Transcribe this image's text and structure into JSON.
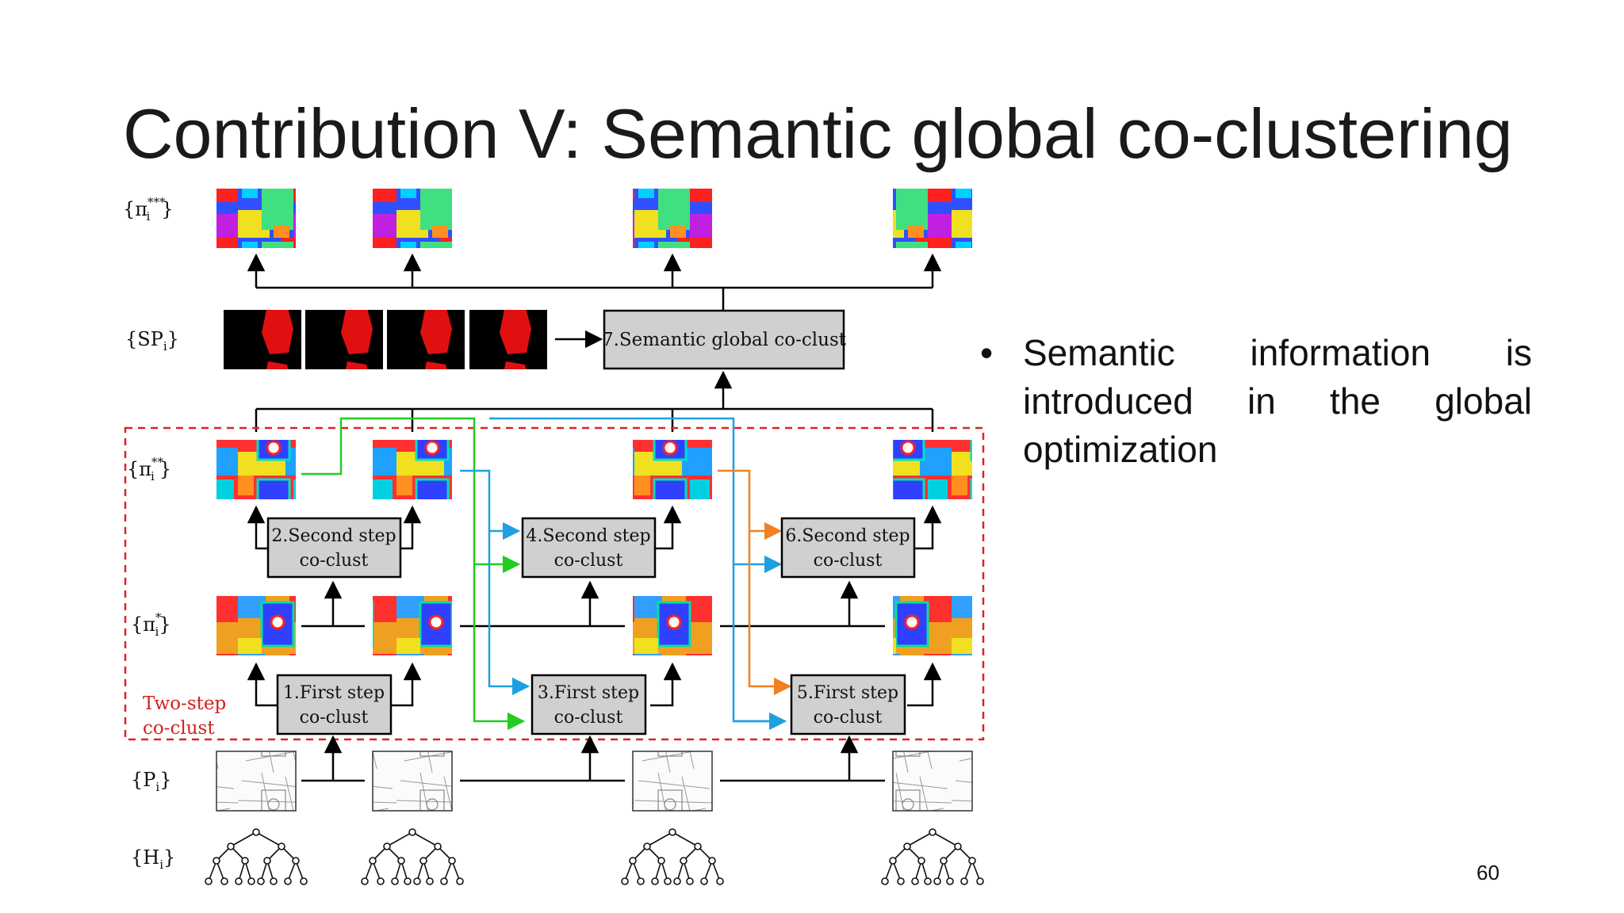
{
  "slide": {
    "title": "Contribution V: Semantic global co-clustering",
    "bullet": "Semantic information is introduced in the global optimization",
    "page_number": "60"
  },
  "diagram": {
    "row_labels": {
      "pi3": "{π",
      "pi3_sup": "***",
      "pi3_sub": "i",
      "sp": "{SP",
      "sp_sub": "i",
      "pi2": "{π",
      "pi2_sup": "**",
      "pi2_sub": "i",
      "pi1": "{π",
      "pi1_sup": "*",
      "pi1_sub": "i",
      "p": "{P",
      "p_sub": "i",
      "h": "{H",
      "h_sub": "i",
      "close": "}"
    },
    "boxes": {
      "b1_line1": "1.First step",
      "b1_line2": "co-clust",
      "b2_line1": "2.Second step",
      "b2_line2": "co-clust",
      "b3_line1": "3.First step",
      "b3_line2": "co-clust",
      "b4_line1": "4.Second step",
      "b4_line2": "co-clust",
      "b5_line1": "5.First step",
      "b5_line2": "co-clust",
      "b6_line1": "6.Second step",
      "b6_line2": "co-clust",
      "b7": "7.Semantic global co-clust"
    },
    "two_step_label_line1": "Two-step",
    "two_step_label_line2": "co-clust",
    "colors": {
      "green": "#22cc22",
      "blue": "#1ea0e0",
      "orange": "#f08020",
      "red_dash": "#e0202a",
      "box_fill": "#d0d0d0"
    }
  }
}
